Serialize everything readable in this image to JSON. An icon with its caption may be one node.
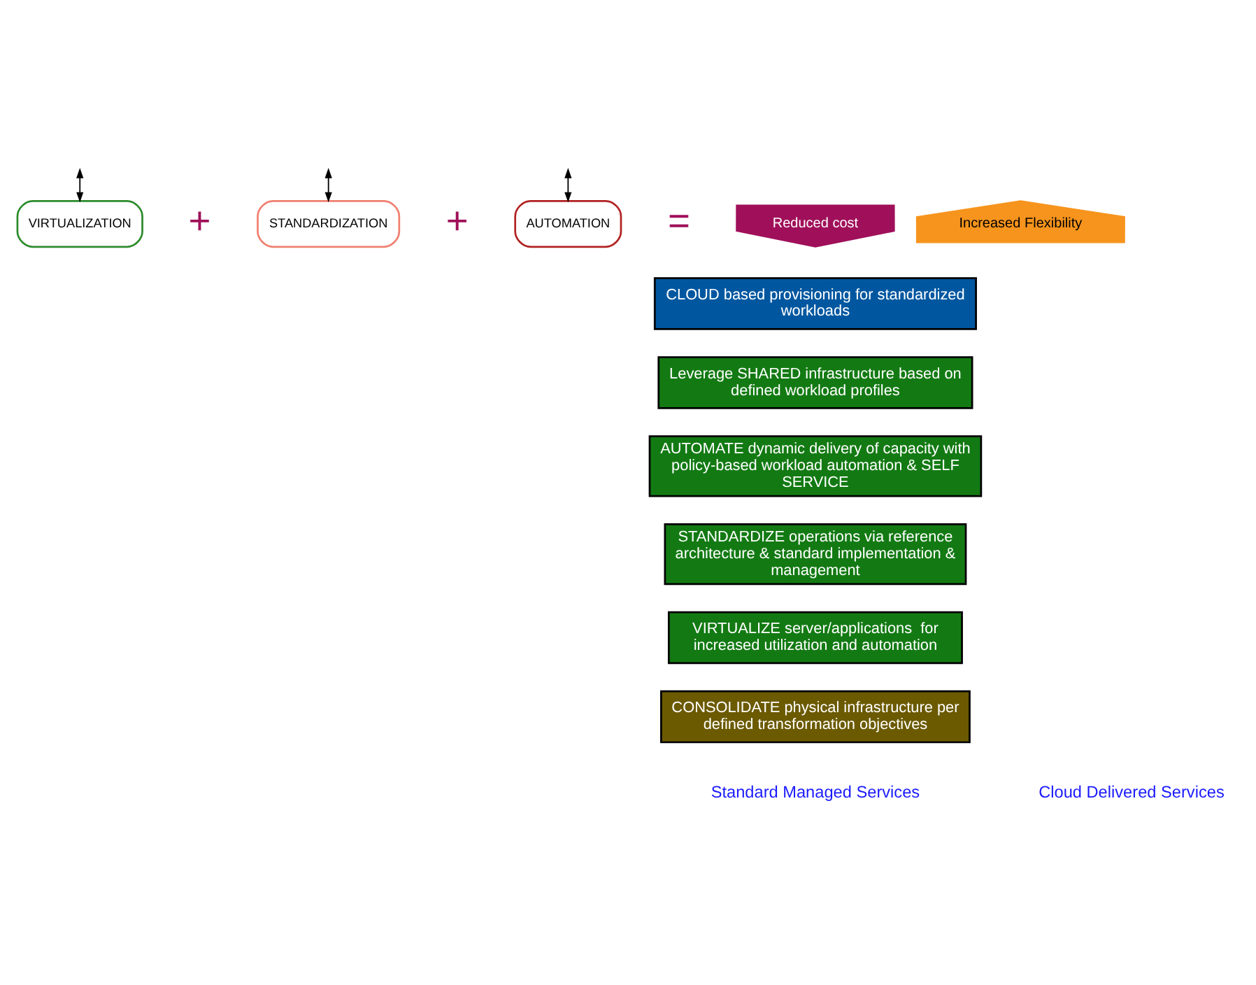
{
  "diagram": {
    "nodes": [
      {
        "text": [
          "VIRTUALIZATION"
        ]
      },
      {
        "text": [
          "STANDARDIZATION"
        ]
      },
      {
        "text": [
          "AUTOMATION"
        ]
      },
      {
        "text": [
          "Reduced cost"
        ]
      },
      {
        "text": [
          "Increased Flexibility"
        ]
      },
      {
        "text": [
          "CLOUD based provisioning for standardized workloads"
        ]
      },
      {
        "text": [
          "Leverage SHARED infrastructure based on defined workload profiles"
        ]
      },
      {
        "text": [
          "AUTOMATE dynamic delivery of capacity with policy-based workload automation & SELF SERVICE"
        ]
      },
      {
        "text": [
          "STANDARDIZE operations via reference architecture & standard implementation & management"
        ]
      },
      {
        "text": [
          "VIRTUALIZE server/applications  for increased utilization and automation"
        ]
      },
      {
        "text": [
          "CONSOLIDATE physical infrastructure per defined transformation objectives"
        ]
      }
    ],
    "edges": [
      {
        "from": null,
        "to": 0,
        "arrow": "both"
      },
      {
        "from": null,
        "to": 1,
        "arrow": "both"
      },
      {
        "from": null,
        "to": 2,
        "arrow": "both"
      }
    ],
    "labels": [
      "+",
      "+",
      "=",
      "Standard Managed Services",
      "Cloud Delivered Services"
    ]
  }
}
